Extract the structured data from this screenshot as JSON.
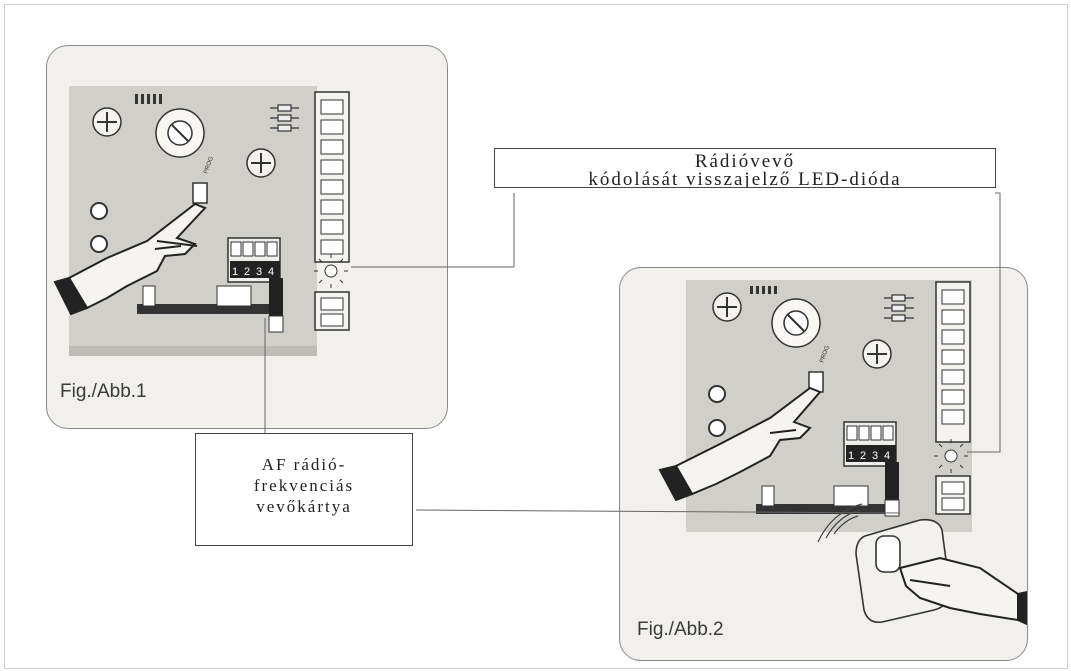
{
  "figures": [
    {
      "label": "Fig./Abb.1"
    },
    {
      "label": "Fig./Abb.2"
    }
  ],
  "callouts": {
    "led": {
      "line1": "Rádióvevő",
      "line2": "kódolását visszajelző LED-dióda"
    },
    "rf": {
      "line1": "AF rádió-",
      "line2": "frekvenciás",
      "line3": "vevőkártya"
    }
  },
  "board": {
    "button_label": "PROG",
    "dip_labels": [
      "1",
      "2",
      "3",
      "4"
    ]
  }
}
